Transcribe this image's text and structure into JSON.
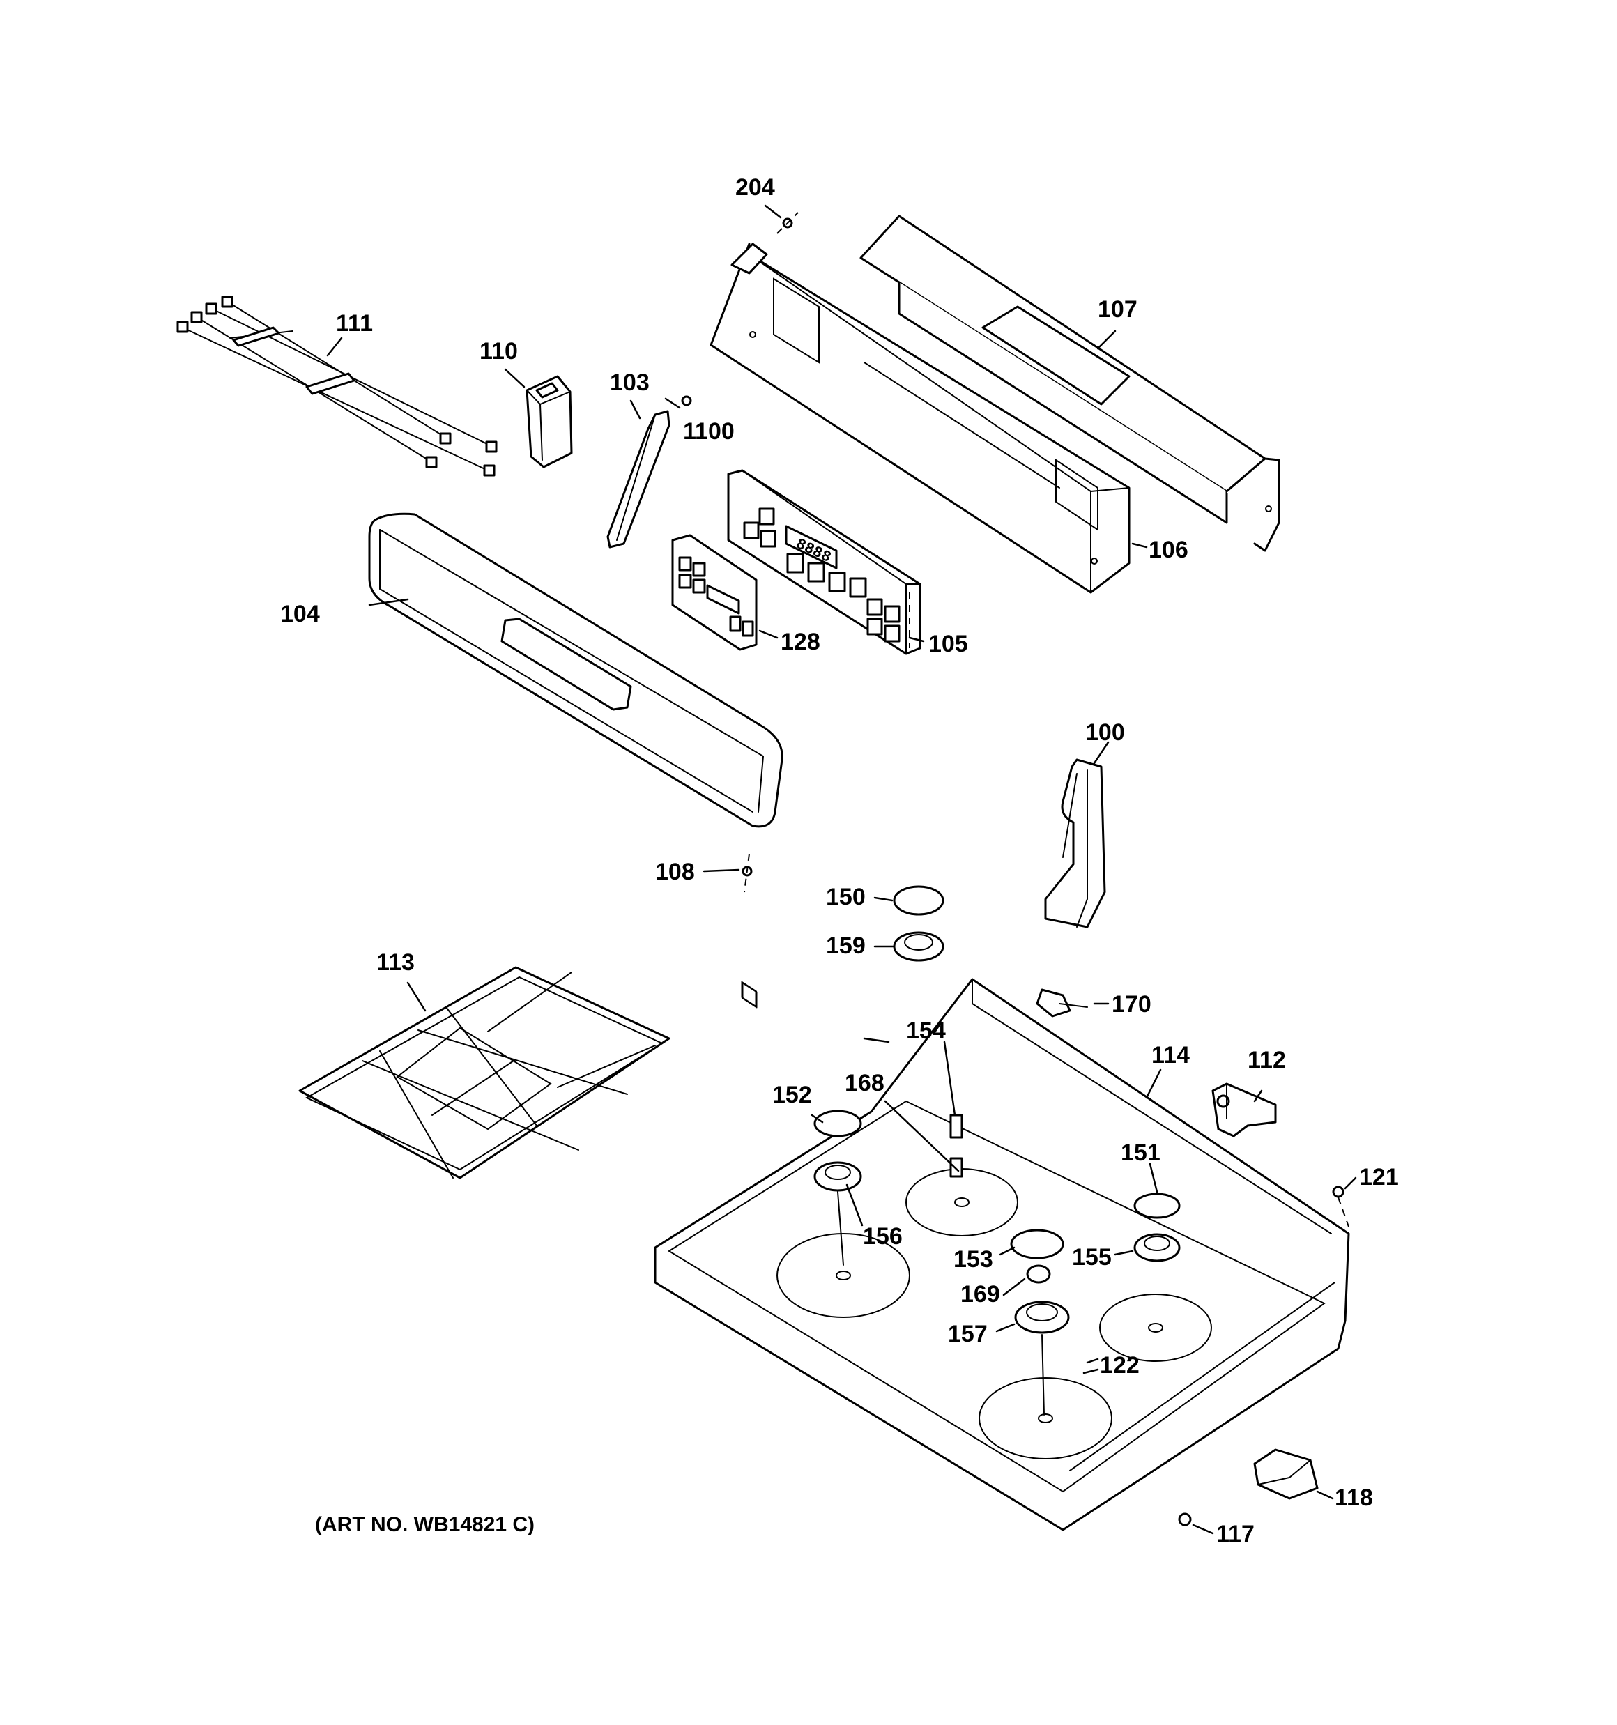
{
  "art_number": "(ART NO. WB14821 C)",
  "callouts": {
    "p100": "100",
    "p103": "103",
    "p104": "104",
    "p105": "105",
    "p106": "106",
    "p107": "107",
    "p108": "108",
    "p110": "110",
    "p111": "111",
    "p112": "112",
    "p113": "113",
    "p114": "114",
    "p117": "117",
    "p118": "118",
    "p121": "121",
    "p122": "122",
    "p128": "128",
    "p150": "150",
    "p151": "151",
    "p152": "152",
    "p153": "153",
    "p154": "154",
    "p155": "155",
    "p156": "156",
    "p157": "157",
    "p159": "159",
    "p168": "168",
    "p169": "169",
    "p170": "170",
    "p204": "204",
    "p1100": "1100"
  },
  "display_readout": "8888"
}
